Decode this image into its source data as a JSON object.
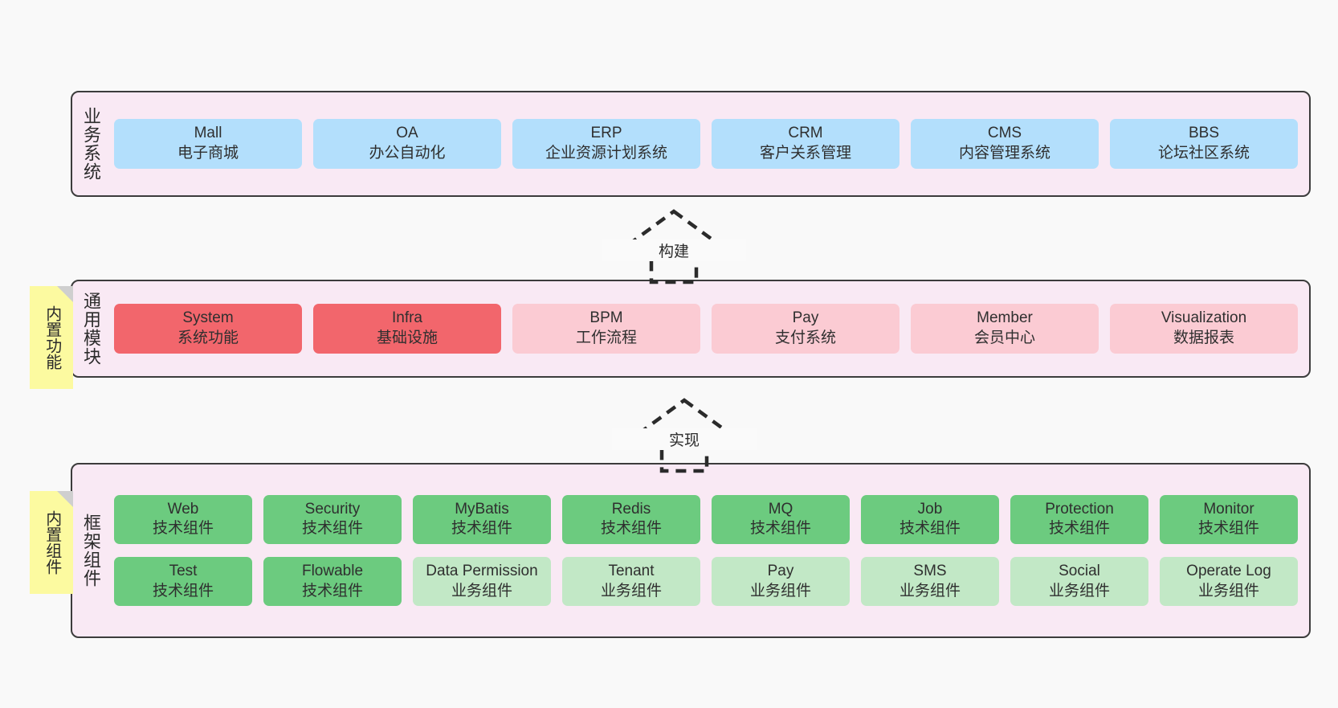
{
  "diagram": {
    "background": "#F9F9F9",
    "panel_bg": "#F9E9F4",
    "panel_border": "#3C3C3C",
    "note_bg": "#FCFAA0"
  },
  "layers": [
    {
      "id": "business-systems",
      "title": "业务系统",
      "note": null,
      "rows": [
        [
          {
            "en": "Mall",
            "cn": "电子商城",
            "style": "c-blue",
            "color": "#B3DFFC"
          },
          {
            "en": "OA",
            "cn": "办公自动化",
            "style": "c-blue",
            "color": "#B3DFFC"
          },
          {
            "en": "ERP",
            "cn": "企业资源计划系统",
            "style": "c-blue",
            "color": "#B3DFFC"
          },
          {
            "en": "CRM",
            "cn": "客户关系管理",
            "style": "c-blue",
            "color": "#B3DFFC"
          },
          {
            "en": "CMS",
            "cn": "内容管理系统",
            "style": "c-blue",
            "color": "#B3DFFC"
          },
          {
            "en": "BBS",
            "cn": "论坛社区系统",
            "style": "c-blue",
            "color": "#B3DFFC"
          }
        ]
      ]
    },
    {
      "id": "common-modules",
      "title": "通用模块",
      "note": "内置功能",
      "rows": [
        [
          {
            "en": "System",
            "cn": "系统功能",
            "style": "c-red",
            "color": "#F2666C"
          },
          {
            "en": "Infra",
            "cn": "基础设施",
            "style": "c-red",
            "color": "#F2666C"
          },
          {
            "en": "BPM",
            "cn": "工作流程",
            "style": "c-pink",
            "color": "#FBCBD3"
          },
          {
            "en": "Pay",
            "cn": "支付系统",
            "style": "c-pink",
            "color": "#FBCBD3"
          },
          {
            "en": "Member",
            "cn": "会员中心",
            "style": "c-pink",
            "color": "#FBCBD3"
          },
          {
            "en": "Visualization",
            "cn": "数据报表",
            "style": "c-pink",
            "color": "#FBCBD3"
          }
        ]
      ]
    },
    {
      "id": "framework-components",
      "title": "框架组件",
      "note": "内置组件",
      "rows": [
        [
          {
            "en": "Web",
            "cn": "技术组件",
            "style": "c-green",
            "color": "#6CCB7F"
          },
          {
            "en": "Security",
            "cn": "技术组件",
            "style": "c-green",
            "color": "#6CCB7F"
          },
          {
            "en": "MyBatis",
            "cn": "技术组件",
            "style": "c-green",
            "color": "#6CCB7F"
          },
          {
            "en": "Redis",
            "cn": "技术组件",
            "style": "c-green",
            "color": "#6CCB7F"
          },
          {
            "en": "MQ",
            "cn": "技术组件",
            "style": "c-green",
            "color": "#6CCB7F"
          },
          {
            "en": "Job",
            "cn": "技术组件",
            "style": "c-green",
            "color": "#6CCB7F"
          },
          {
            "en": "Protection",
            "cn": "技术组件",
            "style": "c-green",
            "color": "#6CCB7F"
          },
          {
            "en": "Monitor",
            "cn": "技术组件",
            "style": "c-green",
            "color": "#6CCB7F"
          }
        ],
        [
          {
            "en": "Test",
            "cn": "技术组件",
            "style": "c-green",
            "color": "#6CCB7F"
          },
          {
            "en": "Flowable",
            "cn": "技术组件",
            "style": "c-green",
            "color": "#6CCB7F"
          },
          {
            "en": "Data Permission",
            "cn": "业务组件",
            "style": "c-lgreen",
            "color": "#C2E8C6"
          },
          {
            "en": "Tenant",
            "cn": "业务组件",
            "style": "c-lgreen",
            "color": "#C2E8C6"
          },
          {
            "en": "Pay",
            "cn": "业务组件",
            "style": "c-lgreen",
            "color": "#C2E8C6"
          },
          {
            "en": "SMS",
            "cn": "业务组件",
            "style": "c-lgreen",
            "color": "#C2E8C6"
          },
          {
            "en": "Social",
            "cn": "业务组件",
            "style": "c-lgreen",
            "color": "#C2E8C6"
          },
          {
            "en": "Operate Log",
            "cn": "业务组件",
            "style": "c-lgreen",
            "color": "#C2E8C6"
          }
        ]
      ]
    }
  ],
  "connectors": [
    {
      "id": "build",
      "label": "构建",
      "from": "common-modules",
      "to": "business-systems"
    },
    {
      "id": "implement",
      "label": "实现",
      "from": "framework-components",
      "to": "common-modules"
    }
  ]
}
